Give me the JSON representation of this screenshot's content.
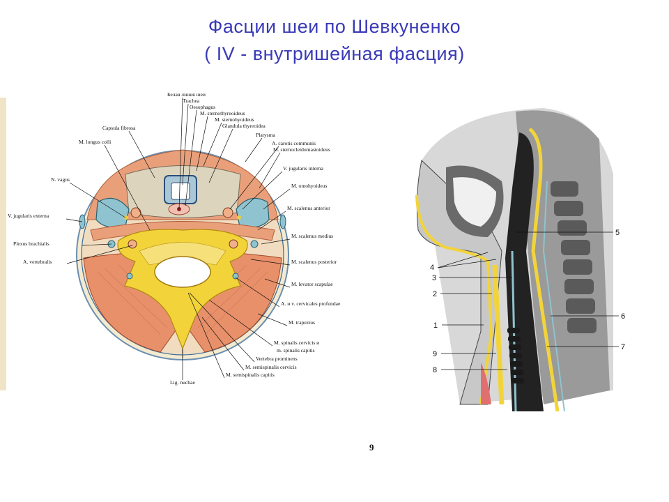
{
  "slide": {
    "title_line1": "Фасции  шеи по Шевкуненко",
    "title_line2": "( IV - внутришейная  фасция)",
    "page_mark": "9"
  },
  "cross_section": {
    "labels": [
      "Белая линия шеи",
      "Trachea",
      "Oesophagus",
      "M. sternothyreoideus",
      "M. sternohyoideus",
      "Glandula thyreoidea",
      "Platysma",
      "A. carotis communis",
      "M. sternocleidomastoideus",
      "Capsula fibrosa",
      "M. longus colli",
      "N. vagus",
      "V. jugularis interna",
      "M. omohyoideus",
      "M. scalenus anterior",
      "V. jugularis externa",
      "Plexus brachialis",
      "M. scalenus medius",
      "A. vertebralis",
      "M. scalenus posterior",
      "M. levator scapulae",
      "A. и v. cervicales profundae",
      "M. trapezius",
      "M. spinalis cervicis и",
      "m. spinalis capitis",
      "Vertebra prominens",
      "M. semispinalis cervicis",
      "M. semispinalis capitis",
      "Lig. nuchae"
    ]
  },
  "sagittal_section": {
    "numbers": [
      "5",
      "4",
      "3",
      "2",
      "1",
      "9",
      "8",
      "6",
      "7"
    ]
  },
  "colors": {
    "title": "#3a3ab8",
    "muscle": "#e8906a",
    "fascia_yellow": "#f2d43a",
    "vessel_blue": "#8fc3cf",
    "bone_gray": "#8a8a8a"
  }
}
